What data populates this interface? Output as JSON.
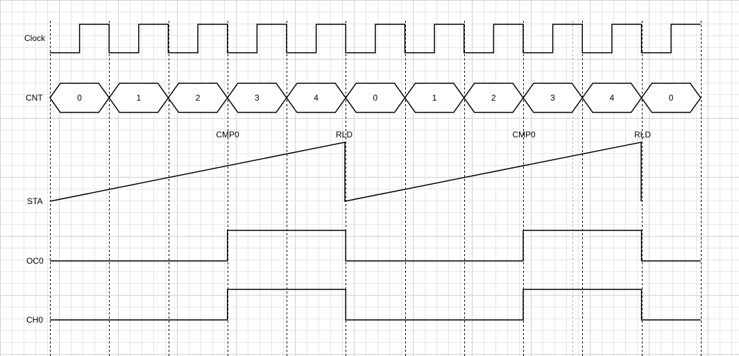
{
  "signals": {
    "clock": "Clock",
    "cnt": "CNT",
    "sta": "STA",
    "oc0": "OC0",
    "ch0": "CH0"
  },
  "cnt_values": [
    "0",
    "1",
    "2",
    "3",
    "4",
    "0",
    "1",
    "2",
    "3",
    "4",
    "0"
  ],
  "markers": {
    "cmp_first": "CMP0",
    "rld_first": "RLD",
    "cmp_second": "CMP0",
    "rld_second": "RLD"
  },
  "oc0_high": [
    [
      3,
      5
    ],
    [
      8,
      10
    ]
  ],
  "ch0_high": [
    [
      3,
      5
    ],
    [
      8,
      10
    ]
  ],
  "colors": {
    "line": "#000000",
    "grid": "#e6e6e6",
    "background": "#ffffff"
  }
}
